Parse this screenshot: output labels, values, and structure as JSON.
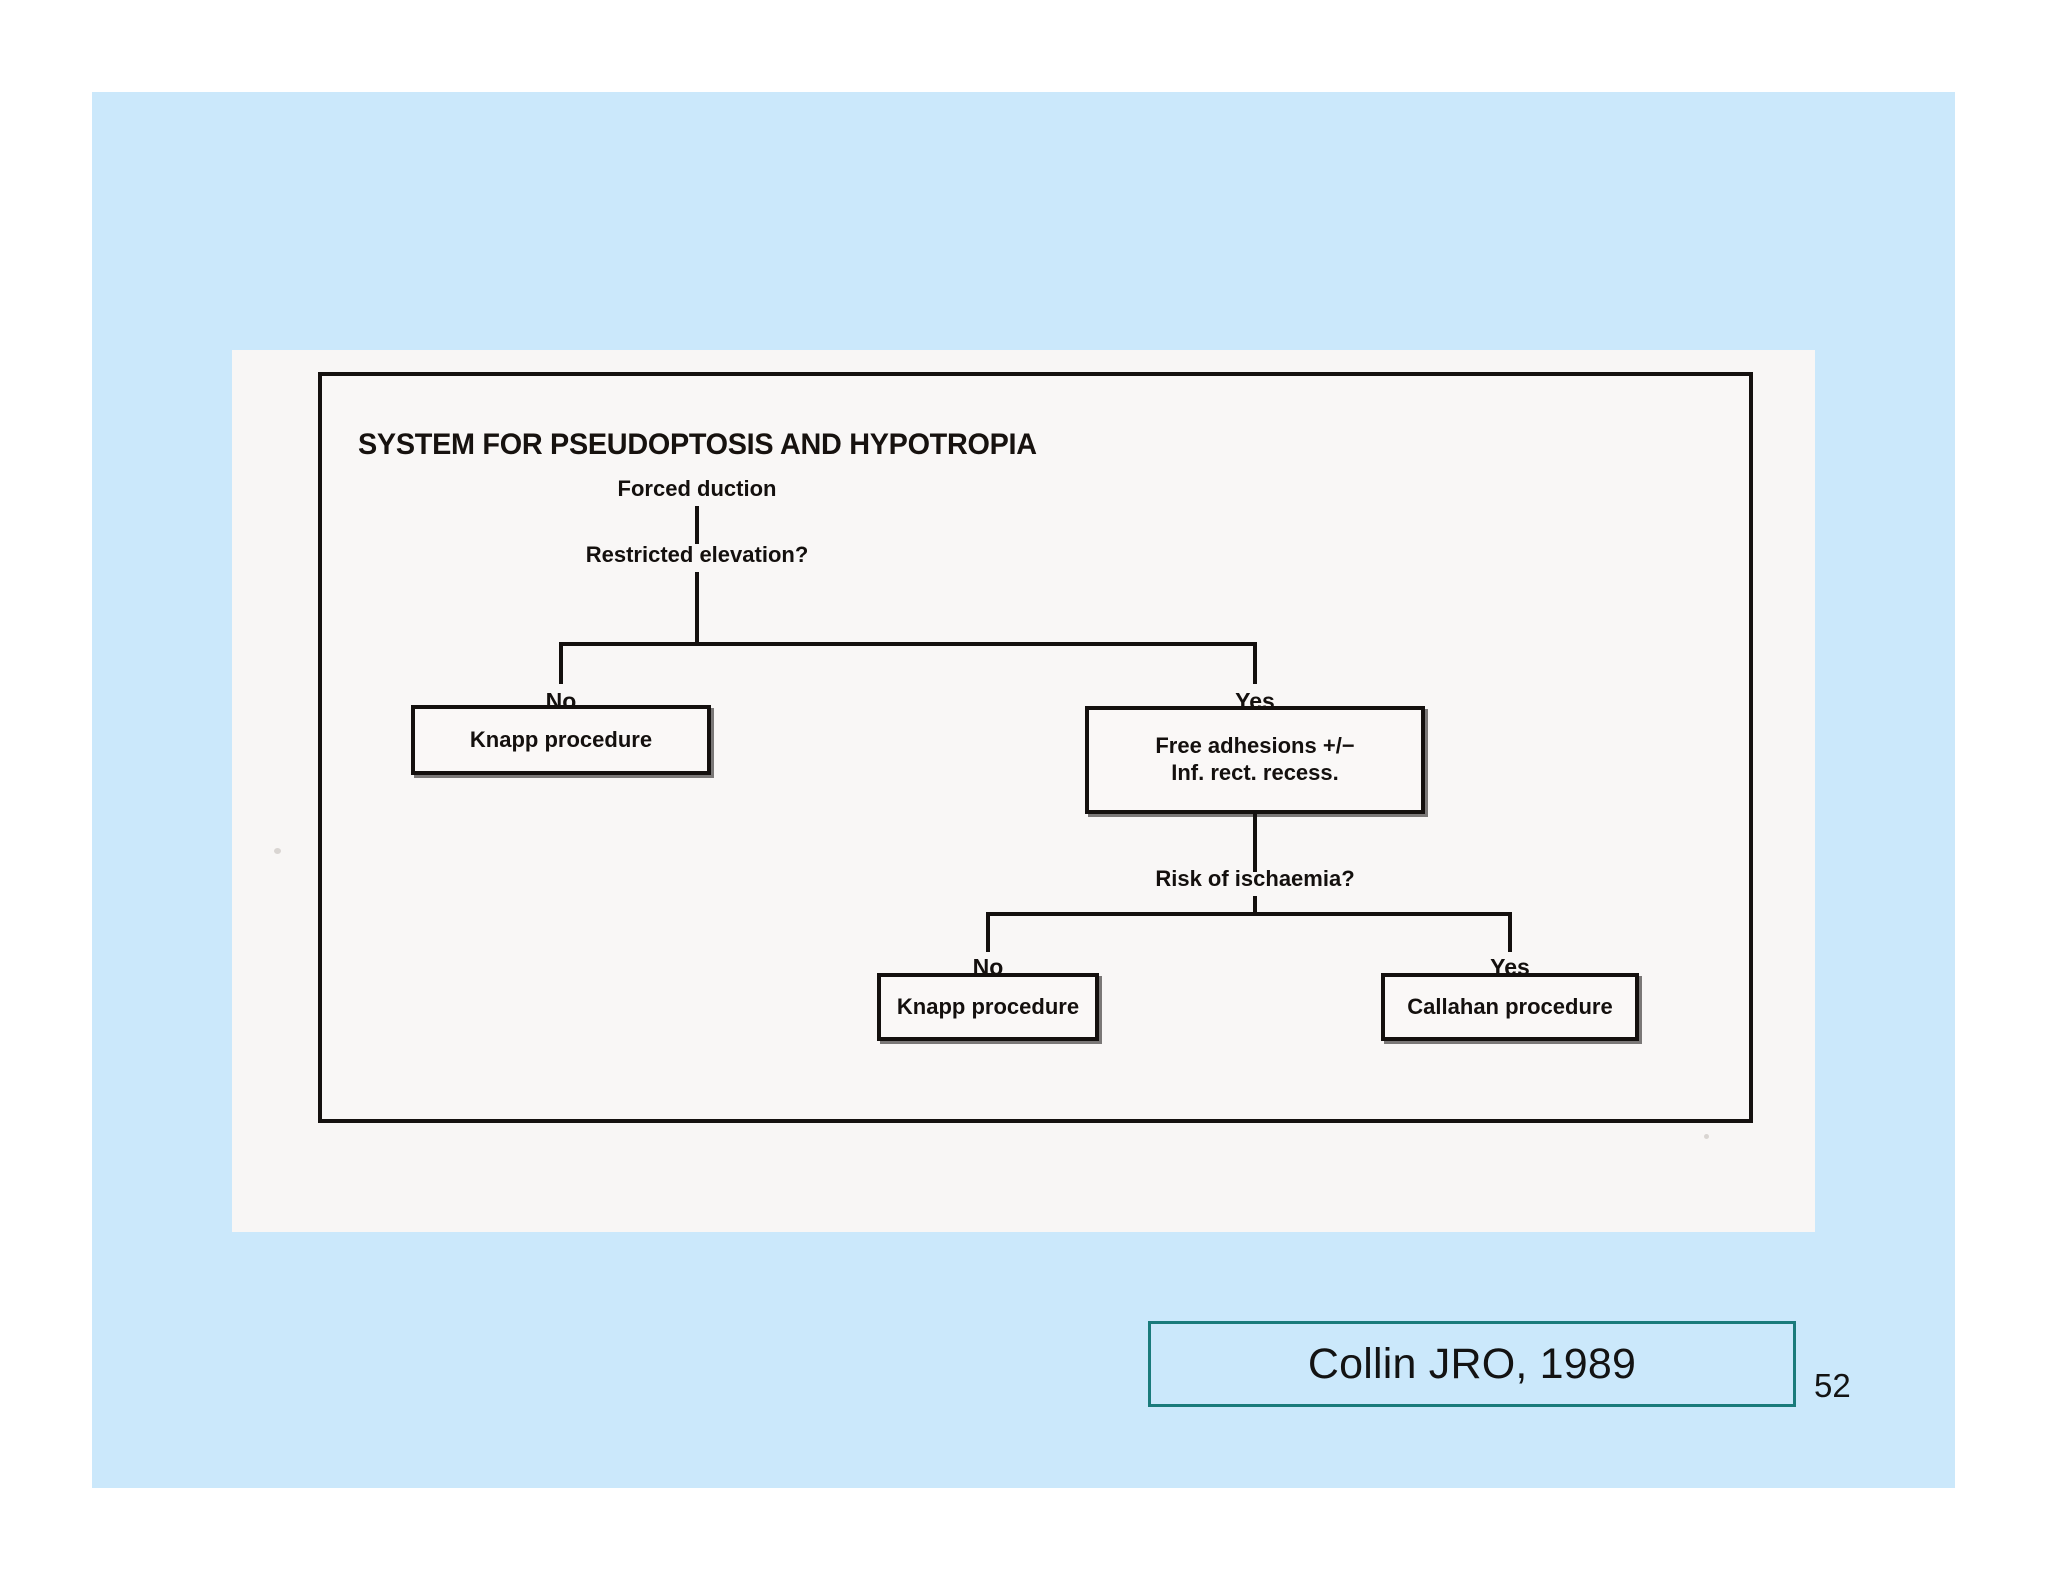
{
  "slide": {
    "background_color": "#cbe8fb",
    "page_number": "52"
  },
  "figure": {
    "title": "SYSTEM FOR PSEUDOPTOSIS AND HYPOTROPIA",
    "panel_background": "#f8f6f5",
    "line_color": "#14100e"
  },
  "citation": {
    "text": "Collin JRO, 1989",
    "border_color": "#1a7b7b"
  },
  "chart_data": {
    "type": "diagram",
    "diagram_kind": "decision-tree-flowchart",
    "title": "SYSTEM FOR PSEUDOPTOSIS AND HYPOTROPIA",
    "nodes": [
      {
        "id": "n1",
        "label": "Forced duction",
        "kind": "text"
      },
      {
        "id": "n2",
        "label": "Restricted elevation?",
        "kind": "decision"
      },
      {
        "id": "n3",
        "label": "Knapp procedure",
        "kind": "box"
      },
      {
        "id": "n4",
        "label_line1": "Free adhesions +/−",
        "label_line2": "Inf. rect. recess.",
        "kind": "box"
      },
      {
        "id": "n5",
        "label": "Risk of ischaemia?",
        "kind": "decision"
      },
      {
        "id": "n6",
        "label": "Knapp procedure",
        "kind": "box"
      },
      {
        "id": "n7",
        "label": "Callahan procedure",
        "kind": "box"
      }
    ],
    "edges": [
      {
        "from": "n1",
        "to": "n2",
        "label": ""
      },
      {
        "from": "n2",
        "to": "n3",
        "label": "No"
      },
      {
        "from": "n2",
        "to": "n4",
        "label": "Yes"
      },
      {
        "from": "n4",
        "to": "n5",
        "label": ""
      },
      {
        "from": "n5",
        "to": "n6",
        "label": "No"
      },
      {
        "from": "n5",
        "to": "n7",
        "label": "Yes"
      }
    ],
    "branch_labels": {
      "top_no": "No",
      "top_yes": "Yes",
      "bottom_no": "No",
      "bottom_yes": "Yes"
    }
  }
}
